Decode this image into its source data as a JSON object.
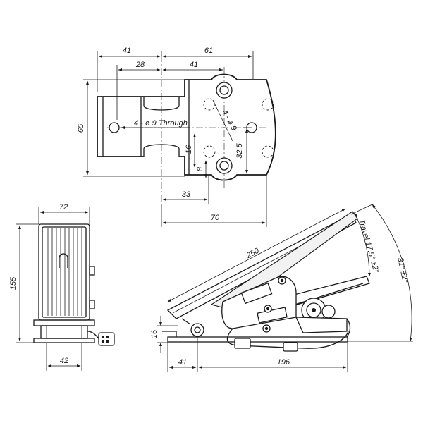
{
  "drawing": {
    "top_view": {
      "dim_41_left": "41",
      "dim_61": "61",
      "dim_28": "28",
      "dim_41_inner": "41",
      "dim_65": "65",
      "hole_note": "4 - ø 9 Through",
      "hole_note_diag": "4 - ø 9",
      "dim_16": "16",
      "dim_8": "8",
      "dim_32_5": "32.5",
      "dim_33": "33",
      "dim_70": "70"
    },
    "front_view": {
      "dim_72": "72",
      "dim_155": "155",
      "dim_42": "42"
    },
    "side_view": {
      "dim_250": "250",
      "dim_travel": "Travel 17.5° ±2°",
      "dim_angle": "31° ±2°",
      "dim_16": "16",
      "dim_41": "41",
      "dim_196": "196"
    }
  }
}
